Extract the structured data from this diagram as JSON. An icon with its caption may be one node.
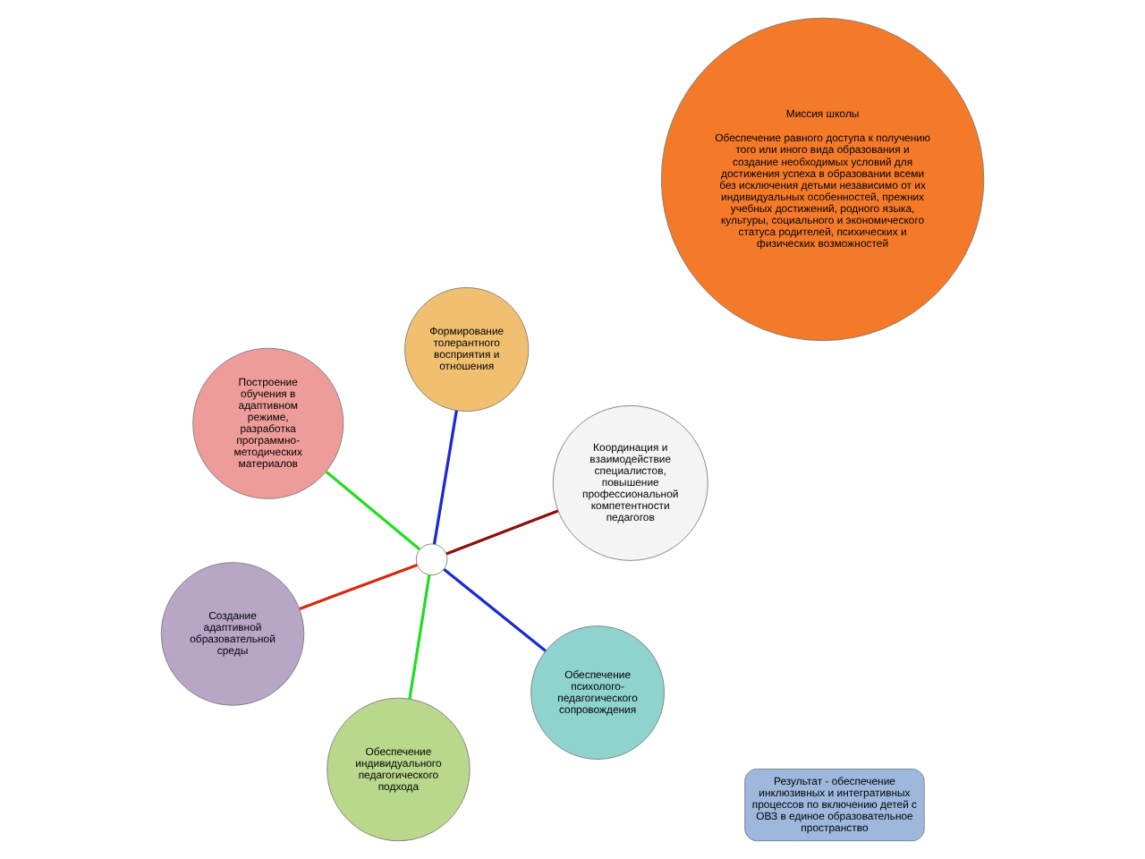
{
  "diagram": {
    "nodes": [
      {
        "text": [
          "Результат - обеспечение инклюзивных и интегративных процессов по включению детей с ОВЗ в единое образовательное пространство"
        ]
      },
      {
        "text": [
          "Миссия школы",
          "Обеспечение равного доступа к получению того или иного вида образования и создание необходимых условий для достижения успеха в образовании всеми без исключения детьми независимо от их индивидуальных особенностей, прежних учебных достижений, родного языка, культуры, социального и экономического статуса родителей, психических и физических возможностей"
        ]
      },
      {
        "text": [
          "Создание адаптивной образовательной среды"
        ]
      },
      {
        "text": [
          "Обеспечение психолого-педагогического сопровождения"
        ]
      },
      {
        "text": [
          "Обеспечение индивидуального педагогического подхода"
        ]
      },
      {
        "text": [
          "Построение обучения в адаптивном режиме, разработка программно-методических материалов"
        ]
      },
      {
        "text": [
          "Координация и взаимодействие специалистов, повышение профессиональной компетентности педагогов"
        ]
      },
      {
        "text": [
          "Формирование толерантного восприятия и отношения"
        ]
      },
      {
        "text": [],
        "shape": "circle"
      }
    ],
    "edges": [
      {
        "from": 8,
        "to": 2,
        "arrow": "none",
        "color": "#d42a10"
      },
      {
        "from": 8,
        "to": 3,
        "arrow": "none",
        "color": "#1a2ad0"
      },
      {
        "from": 8,
        "to": 4,
        "arrow": "none",
        "color": "#22dd22"
      },
      {
        "from": 8,
        "to": 5,
        "arrow": "none",
        "color": "#22dd22"
      },
      {
        "from": 8,
        "to": 7,
        "arrow": "none",
        "color": "#1a2ad0"
      },
      {
        "from": 8,
        "to": 6,
        "arrow": "none",
        "color": "#8a1010"
      }
    ]
  }
}
